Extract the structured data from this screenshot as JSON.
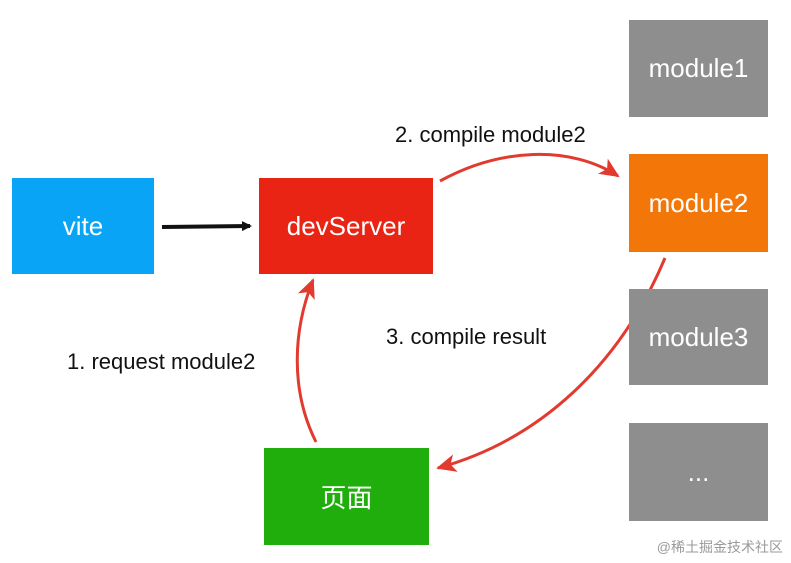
{
  "colors": {
    "vite": "#0aa4f6",
    "devServer": "#ea2415",
    "page": "#1fae0c",
    "module_active": "#f27608",
    "module_idle": "#8e8e8e",
    "arrow_red": "#e23a2e",
    "arrow_black": "#111111"
  },
  "nodes": {
    "vite": "vite",
    "devServer": "devServer",
    "page": "页面",
    "module1": "module1",
    "module2": "module2",
    "module3": "module3",
    "more": "..."
  },
  "edges": {
    "compile": "2. compile module2",
    "result": "3. compile result",
    "request": "1. request module2"
  },
  "watermark": "@稀土掘金技术社区"
}
